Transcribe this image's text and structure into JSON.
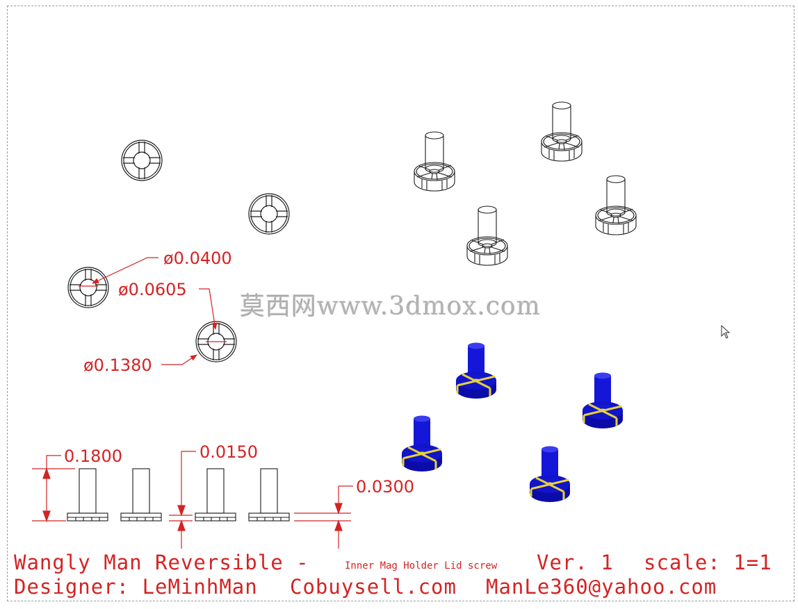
{
  "watermark": "莫西网www.3dmox.com",
  "dimensions": {
    "d1": "ø0.0400",
    "d2": "ø0.0605",
    "d3": "ø0.1380",
    "h_total": "0.1800",
    "h_gap": "0.0150",
    "h_head": "0.0300"
  },
  "title_block": {
    "line1_a": "Wangly Man Reversible -",
    "line1_b": "Inner Mag Holder Lid screw",
    "line1_c": "Ver. 1",
    "line1_d": "scale: 1=1",
    "line2_a": "Designer: LeMinhMan",
    "line2_b": "Cobuysell.com",
    "line2_c": "ManLe360@yahoo.com"
  },
  "colors": {
    "dimension": "#d42323",
    "shaded_body": "#0f10c8",
    "slot_highlight": "#e6d23a",
    "linework": "#1a1a1a"
  }
}
